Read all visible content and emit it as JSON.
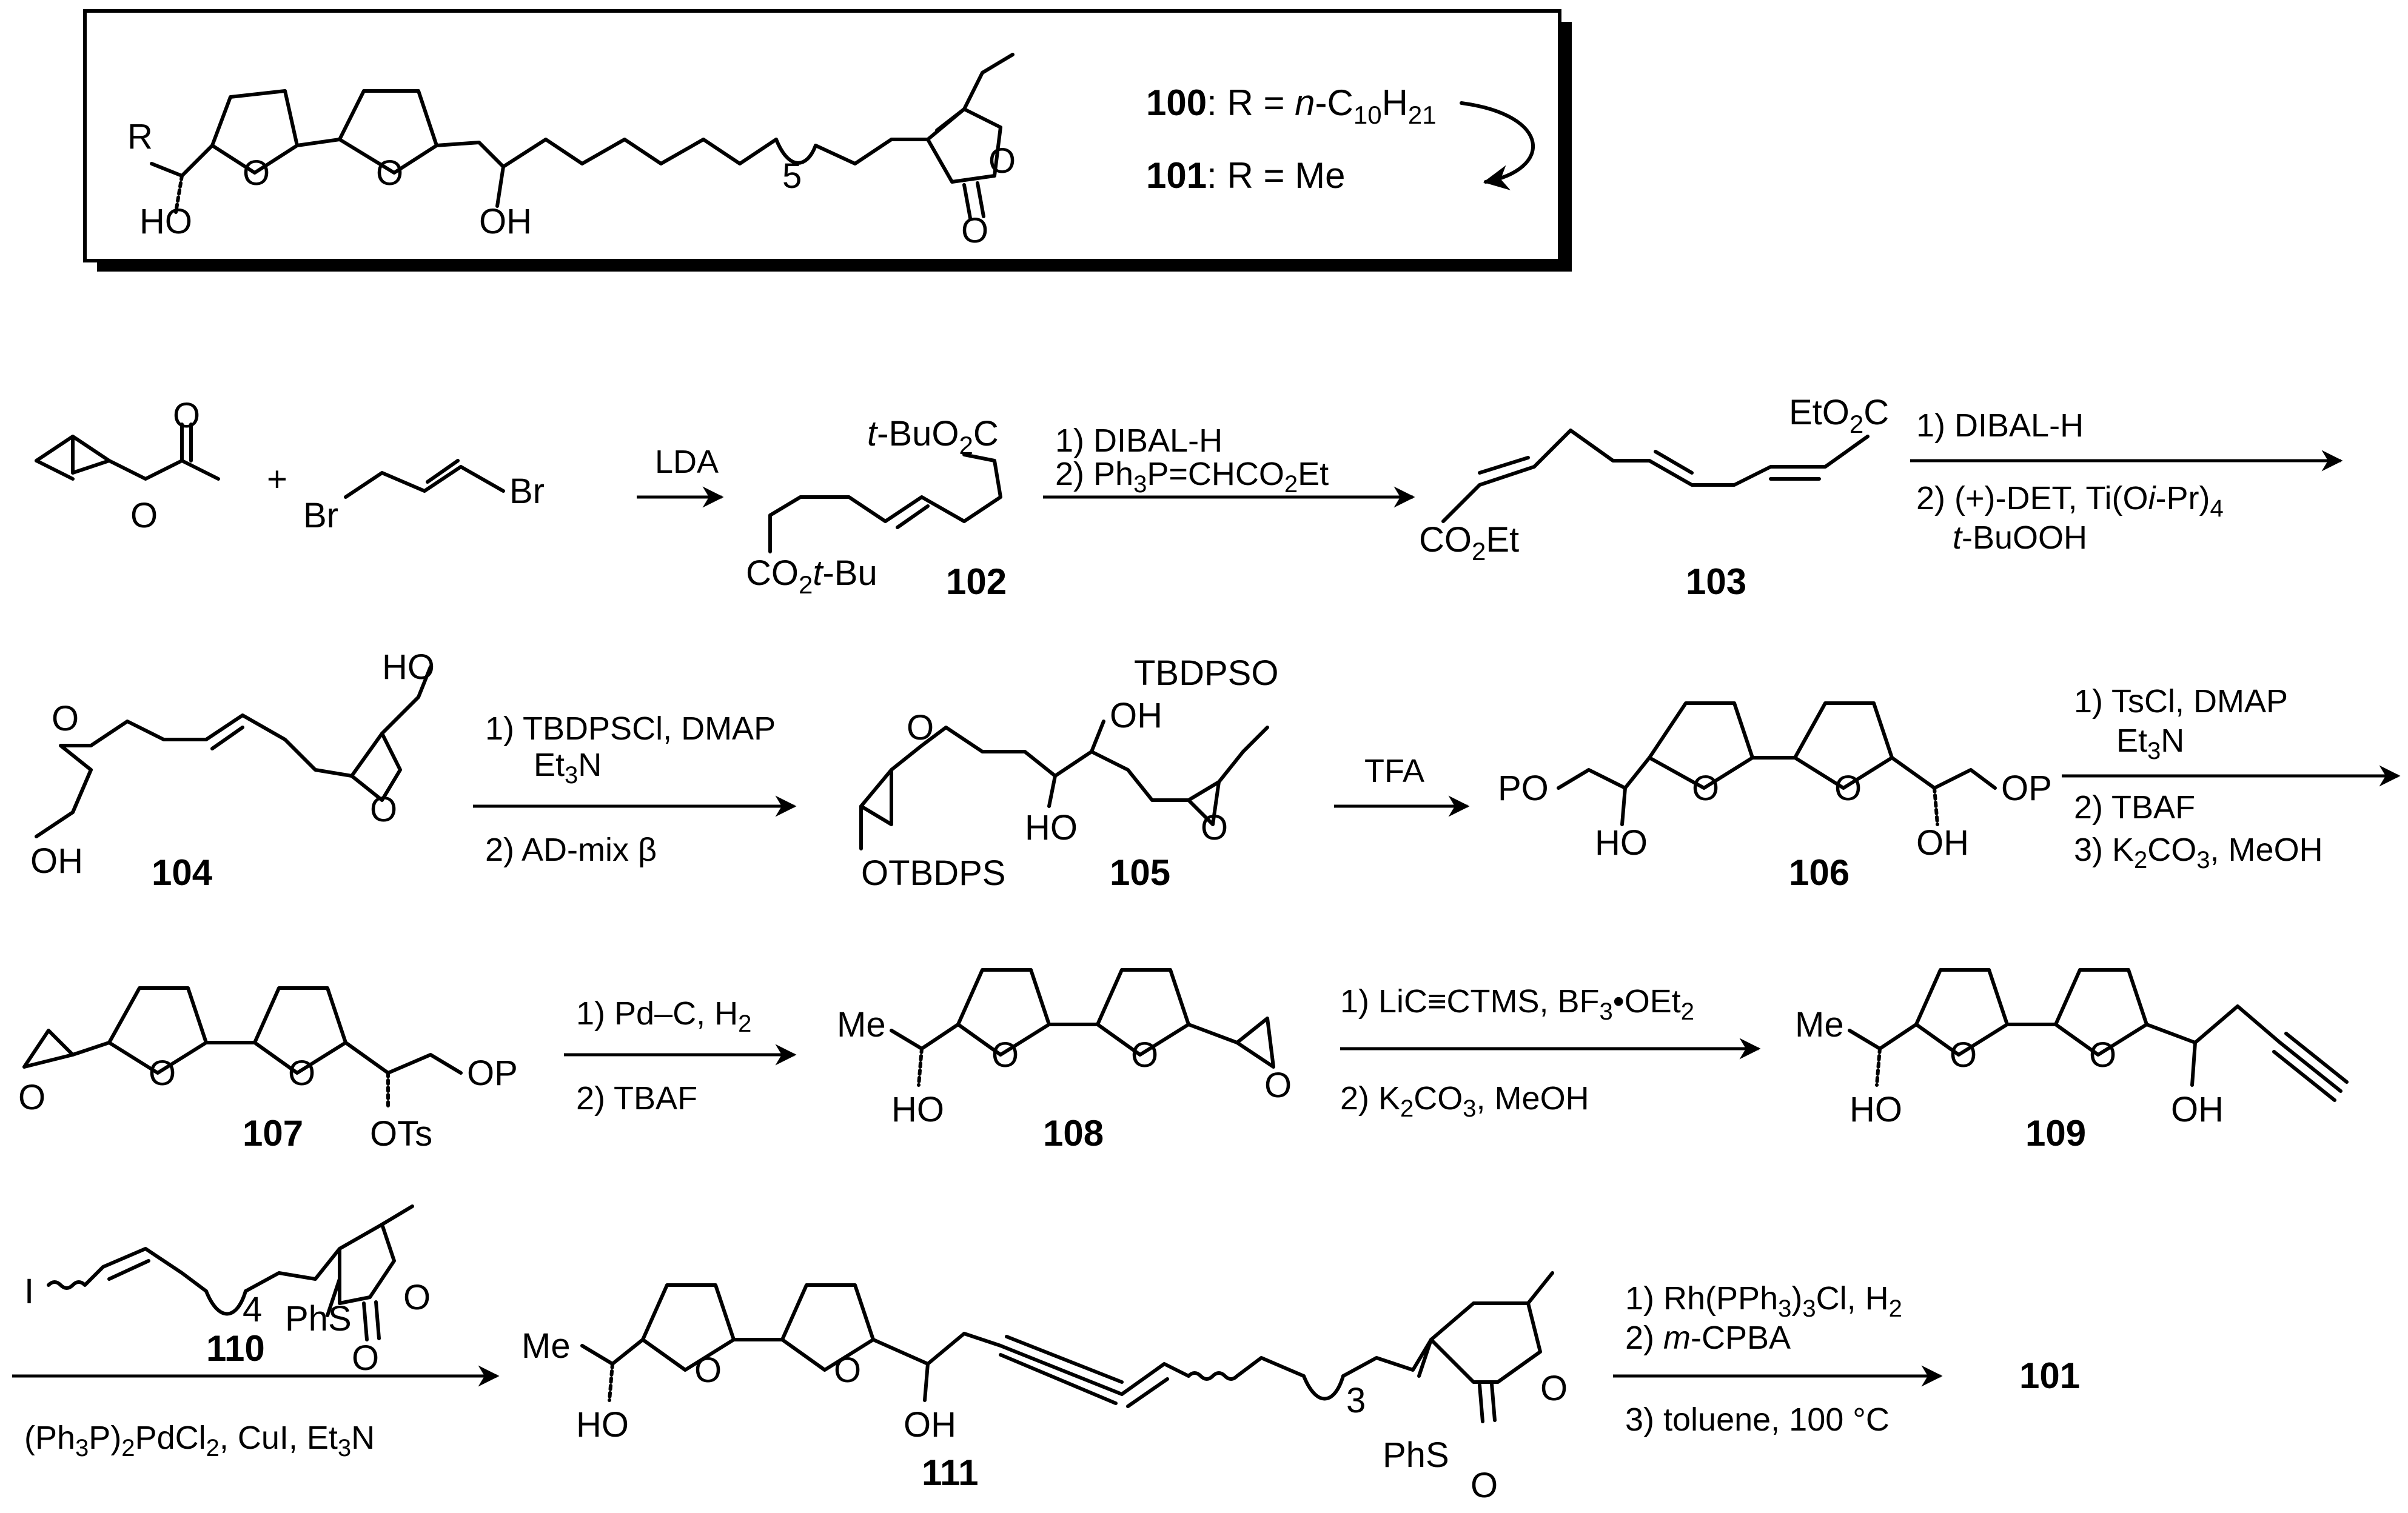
{
  "box": {
    "atoms": {
      "r": "R",
      "o1": "O",
      "o2": "O",
      "ho": "HO",
      "oh": "OH",
      "o_lac": "O",
      "o_carbonyl": "O",
      "sub5": "5"
    },
    "legend": {
      "c100": "100",
      "c100_text_pre": ": R = ",
      "c100_text_n": "n",
      "c100_text_post": "-C",
      "c100_sub1": "10",
      "c100_h": "H",
      "c100_sub2": "21",
      "c101": "101",
      "c101_text": ": R = Me"
    }
  },
  "row1": {
    "plus": "+",
    "br1": "Br",
    "br2": "Br",
    "ester_o1": "O",
    "ester_o2": "O",
    "step1_reagent": "LDA",
    "c102_top_pre": "t",
    "c102_top": "-BuO",
    "c102_top_sub": "2",
    "c102_top_c": "C",
    "c102_bot": "CO",
    "c102_bot_sub": "2",
    "c102_bot_t": "t",
    "c102_bot_end": "-Bu",
    "c102": "102",
    "step2_line1": "1) DIBAL-H",
    "step2_line2_a": "2) Ph",
    "step2_line2_sub1": "3",
    "step2_line2_b": "P=CHCO",
    "step2_line2_sub2": "2",
    "step2_line2_c": "Et",
    "c103_top": "EtO",
    "c103_top_sub": "2",
    "c103_top_c": "C",
    "c103_bot": "CO",
    "c103_bot_sub": "2",
    "c103_bot_end": "Et",
    "c103": "103",
    "step3_line1": "1) DIBAL-H",
    "step3_line2_a": "2) (+)-DET, Ti(O",
    "step3_line2_i": "i",
    "step3_line2_b": "-Pr)",
    "step3_line2_sub": "4",
    "step3_line3_t": "t",
    "step3_line3": "-BuOOH"
  },
  "row2": {
    "c104_ho": "HO",
    "c104_oh": "OH",
    "c104_o1": "O",
    "c104_o2": "O",
    "c104": "104",
    "step4_line1": "1) TBDPSCl, DMAP",
    "step4_line2_a": "Et",
    "step4_line2_sub": "3",
    "step4_line2_b": "N",
    "step4_line3": "2) AD-mix β",
    "c105_tbdpso": "TBDPSO",
    "c105_otbdps": "OTBDPS",
    "c105_oh": "OH",
    "c105_ho": "HO",
    "c105_o1": "O",
    "c105_o2": "O",
    "c105": "105",
    "step5_reagent": "TFA",
    "c106_po": "PO",
    "c106_op": "OP",
    "c106_ho": "HO",
    "c106_oh": "OH",
    "c106_o1": "O",
    "c106_o2": "O",
    "c106": "106",
    "step6_line1": "1) TsCl, DMAP",
    "step6_line2_a": "Et",
    "step6_line2_sub": "3",
    "step6_line2_b": "N",
    "step6_line3": "2) TBAF",
    "step6_line4_a": "3) K",
    "step6_line4_sub1": "2",
    "step6_line4_b": "CO",
    "step6_line4_sub2": "3",
    "step6_line4_c": ", MeOH"
  },
  "row3": {
    "c107_o_ep": "O",
    "c107_o1": "O",
    "c107_o2": "O",
    "c107_op": "OP",
    "c107_ots": "OTs",
    "c107": "107",
    "step7_line1_a": "1) Pd–C, H",
    "step7_line1_sub": "2",
    "step7_line2": "2) TBAF",
    "c108_me": "Me",
    "c108_ho": "HO",
    "c108_o1": "O",
    "c108_o2": "O",
    "c108_o_ep": "O",
    "c108": "108",
    "step8_line1_a": "1) LiC≡CTMS, BF",
    "step8_line1_sub": "3",
    "step8_line1_b": "•OEt",
    "step8_line1_sub2": "2",
    "step8_line2_a": "2) K",
    "step8_line2_sub1": "2",
    "step8_line2_b": "CO",
    "step8_line2_sub2": "3",
    "step8_line2_c": ", MeOH",
    "c109_me": "Me",
    "c109_ho": "HO",
    "c109_oh": "OH",
    "c109_o1": "O",
    "c109_o2": "O",
    "c109": "109"
  },
  "row4": {
    "c110_i": "I",
    "c110_sub4": "4",
    "c110_phs": "PhS",
    "c110_o_ring": "O",
    "c110_o_co": "O",
    "c110": "110",
    "step9_line_a": "(Ph",
    "step9_line_sub1": "3",
    "step9_line_b": "P)",
    "step9_line_sub2": "2",
    "step9_line_c": "PdCl",
    "step9_line_sub3": "2",
    "step9_line_d": ", CuI, Et",
    "step9_line_sub4": "3",
    "step9_line_e": "N",
    "c111_me": "Me",
    "c111_ho": "HO",
    "c111_oh": "OH",
    "c111_o1": "O",
    "c111_o2": "O",
    "c111_sub3": "3",
    "c111_phs": "PhS",
    "c111_o_ring": "O",
    "c111_o_co": "O",
    "c111": "111",
    "step10_line1_a": "1) Rh(PPh",
    "step10_line1_sub1": "3",
    "step10_line1_b": ")",
    "step10_line1_sub2": "3",
    "step10_line1_c": "Cl, H",
    "step10_line1_sub3": "2",
    "step10_line2_a": "2) ",
    "step10_line2_m": "m",
    "step10_line2_b": "-CPBA",
    "step10_line3": "3) toluene, 100 °C",
    "c101_final": "101"
  }
}
